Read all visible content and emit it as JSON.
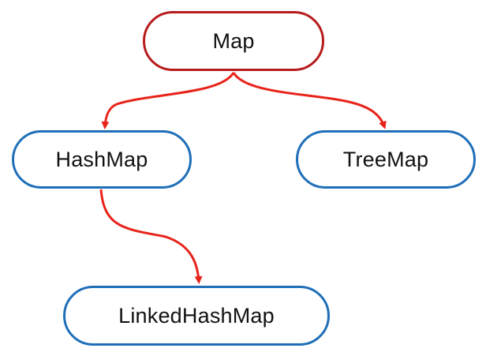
{
  "diagram": {
    "nodes": {
      "root": {
        "label": "Map"
      },
      "hashmap": {
        "label": "HashMap"
      },
      "treemap": {
        "label": "TreeMap"
      },
      "linked": {
        "label": "LinkedHashMap"
      }
    },
    "edges": [
      {
        "from": "Map",
        "to": "HashMap"
      },
      {
        "from": "Map",
        "to": "TreeMap"
      },
      {
        "from": "HashMap",
        "to": "LinkedHashMap"
      }
    ],
    "colors": {
      "root_border": "#b71c1c",
      "child_border": "#1f6fb8",
      "arrow": "#e8231a"
    }
  }
}
